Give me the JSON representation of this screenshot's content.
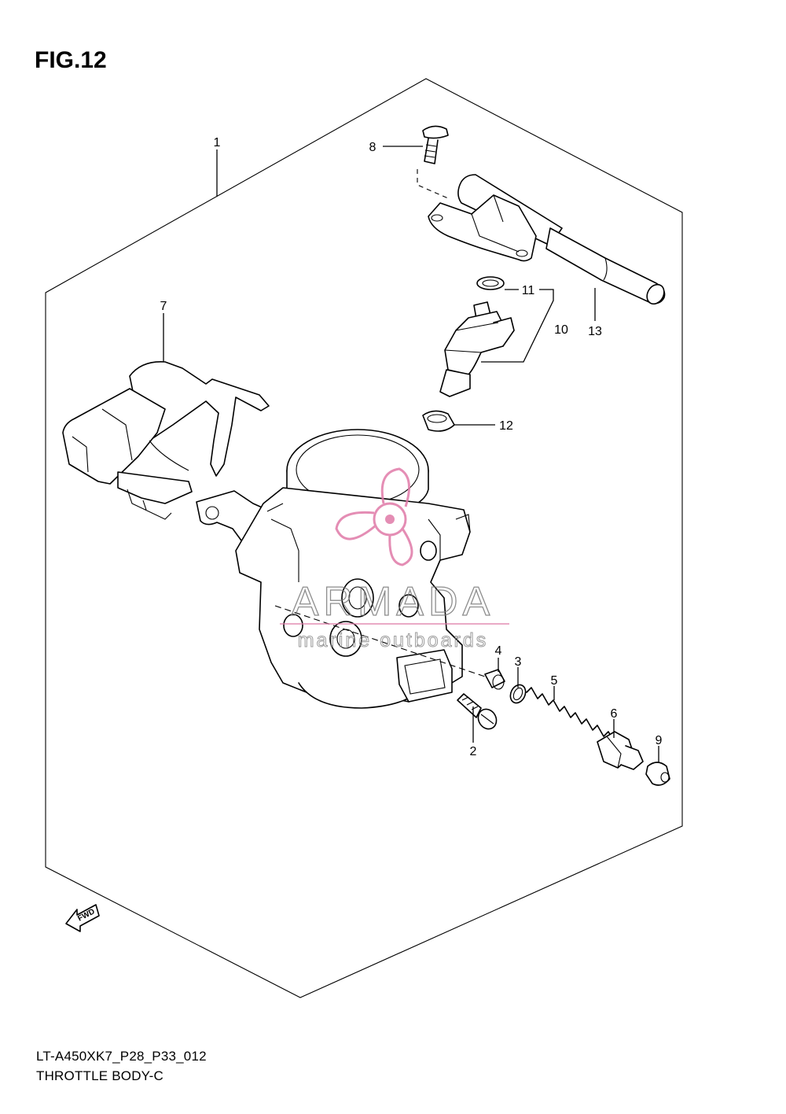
{
  "figure": {
    "title": "FIG.12"
  },
  "footer": {
    "model_code": "LT-A450XK7_P28_P33_012",
    "diagram_name": "THROTTLE BODY-C"
  },
  "watermark": {
    "brand": "ARMADA",
    "tagline": "marine outboards",
    "accent_color": "#e07aa8"
  },
  "badge": {
    "fwd_label": "FWD"
  },
  "callouts": {
    "c1": "1",
    "c2": "2",
    "c3": "3",
    "c4": "4",
    "c5": "5",
    "c6": "6",
    "c7": "7",
    "c8": "8",
    "c9": "9",
    "c10": "10",
    "c11": "11",
    "c12": "12",
    "c13": "13"
  }
}
